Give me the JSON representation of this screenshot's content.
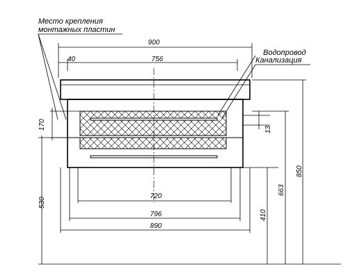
{
  "callouts": {
    "mounting_plates": [
      "Место крепления",
      "монтажных пластин"
    ],
    "utilities": [
      "Водопровод",
      "Канализация"
    ]
  },
  "dimensions": {
    "total_width": "900",
    "offset": "40",
    "plate_span": "756",
    "inner_width": "720",
    "body_width": "796",
    "outer_width": "890",
    "upper_height": "170",
    "lower_height": "530",
    "gap": "13",
    "utility_height": "410",
    "mount_height": "663",
    "total_height": "850"
  }
}
